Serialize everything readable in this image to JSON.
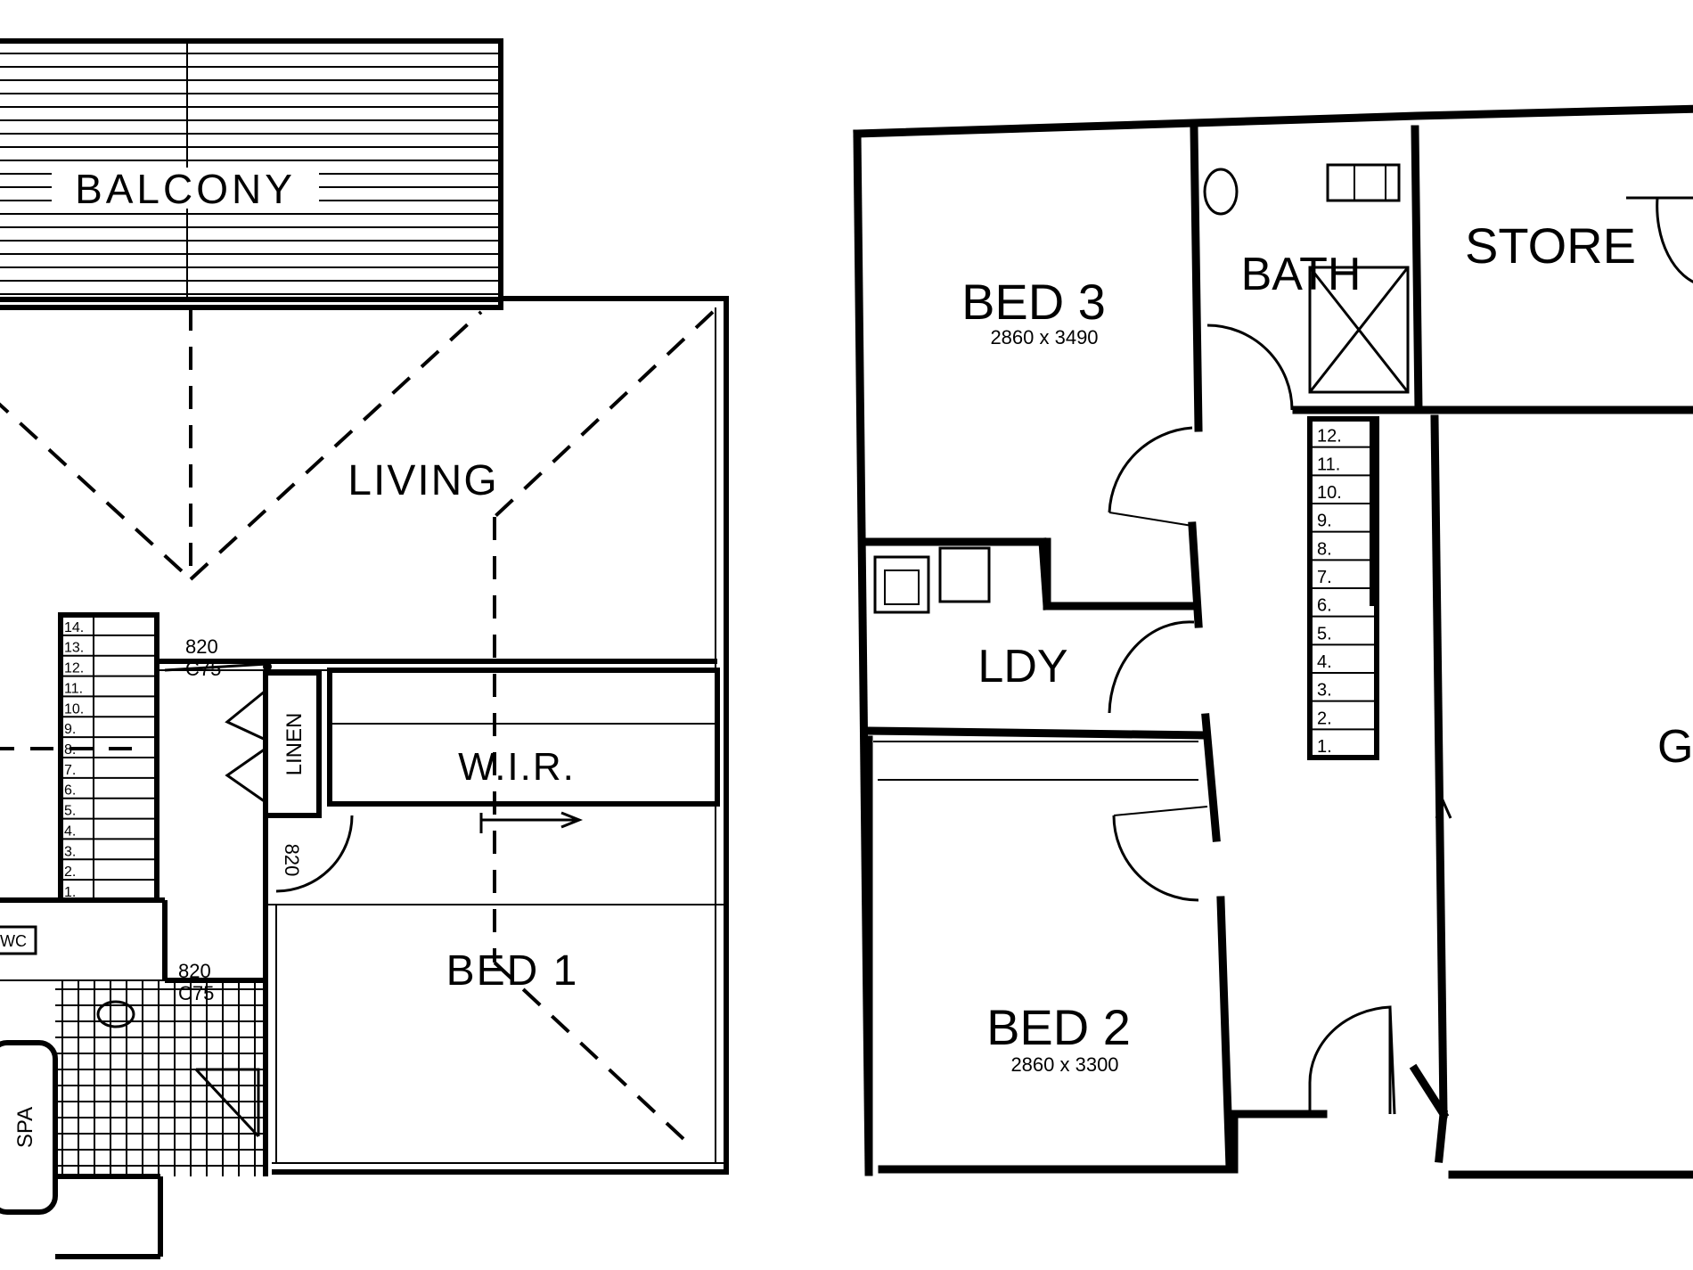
{
  "plan_left": {
    "balcony": "BALCONY",
    "living": "LIVING",
    "linen": "LINEN",
    "wir": "W.I.R.",
    "bed1": "BED 1",
    "wc": "WC",
    "spa": "SPA",
    "door_820_a": "820",
    "door_c75_a": "C75",
    "door_820_b": "820",
    "door_820_c": "820",
    "door_c75_c": "C75",
    "stair_steps": [
      "14.",
      "13.",
      "12.",
      "11.",
      "10.",
      "9.",
      "8.",
      "7.",
      "6.",
      "5.",
      "4.",
      "3.",
      "2.",
      "1."
    ]
  },
  "plan_right": {
    "bed3": "BED 3",
    "bed3_size": "2860 x 3490",
    "bath": "BATH",
    "store": "STORE",
    "ldy": "LDY",
    "bed2": "BED 2",
    "bed2_size": "2860 x 3300",
    "garage_partial": "G",
    "stair_steps": [
      "12.",
      "11.",
      "10.",
      "9.",
      "8.",
      "7.",
      "6.",
      "5.",
      "4.",
      "3.",
      "2.",
      "1."
    ]
  }
}
